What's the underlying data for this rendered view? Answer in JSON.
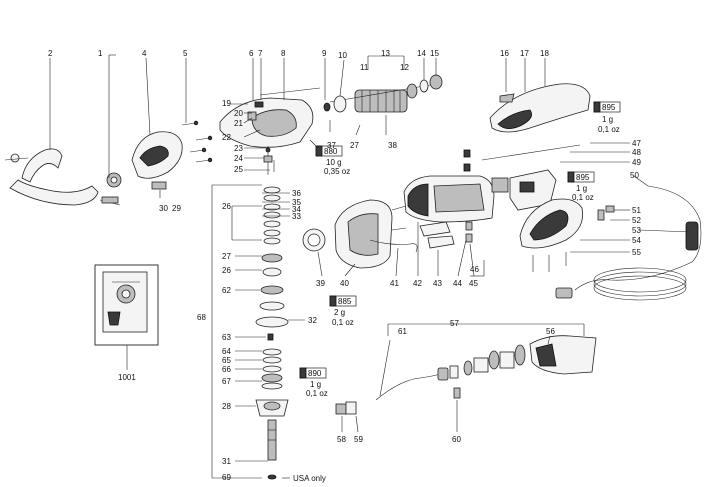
{
  "callouts": {
    "c1": "1",
    "c2": "2",
    "c4": "4",
    "c5": "5",
    "c6": "6",
    "c7": "7",
    "c8": "8",
    "c9": "9",
    "c10": "10",
    "c11": "11",
    "c12": "12",
    "c13": "13",
    "c14": "14",
    "c15": "15",
    "c16": "16",
    "c17": "17",
    "c18": "18",
    "c19": "19",
    "c20": "20",
    "c21": "21",
    "c22": "22",
    "c23": "23",
    "c24": "24",
    "c25": "25",
    "c26": "26",
    "c26b": "26",
    "c27": "27",
    "c27b": "27",
    "c28": "28",
    "c29": "29",
    "c30": "30",
    "c31": "31",
    "c32": "32",
    "c33": "33",
    "c34": "34",
    "c35": "35",
    "c36": "36",
    "c37": "37",
    "c38": "38",
    "c39": "39",
    "c40": "40",
    "c41": "41",
    "c42": "42",
    "c43": "43",
    "c44": "44",
    "c45": "45",
    "c46": "46",
    "c47": "47",
    "c48": "48",
    "c49": "49",
    "c50": "50",
    "c51": "51",
    "c52": "52",
    "c53": "53",
    "c54": "54",
    "c55": "55",
    "c56": "56",
    "c57": "57",
    "c58": "58",
    "c59": "59",
    "c60": "60",
    "c61": "61",
    "c62": "62",
    "c63": "63",
    "c64": "64",
    "c65": "65",
    "c66": "66",
    "c67": "67",
    "c68": "68",
    "c69": "69",
    "c1001": "1001"
  },
  "grease_tags": {
    "g880": {
      "code": "880",
      "qty": "10 g",
      "unit": "0,35 oz"
    },
    "g895a": {
      "code": "895",
      "qty": "1 g",
      "unit": "0,1 oz"
    },
    "g895b": {
      "code": "895",
      "qty": "1 g",
      "unit": "0,1 oz"
    },
    "g885": {
      "code": "885",
      "qty": "2 g",
      "unit": "0,1 oz"
    },
    "g890": {
      "code": "890",
      "qty": "1 g",
      "unit": "0,1 oz"
    }
  },
  "notes": {
    "usa_only": "USA only"
  }
}
